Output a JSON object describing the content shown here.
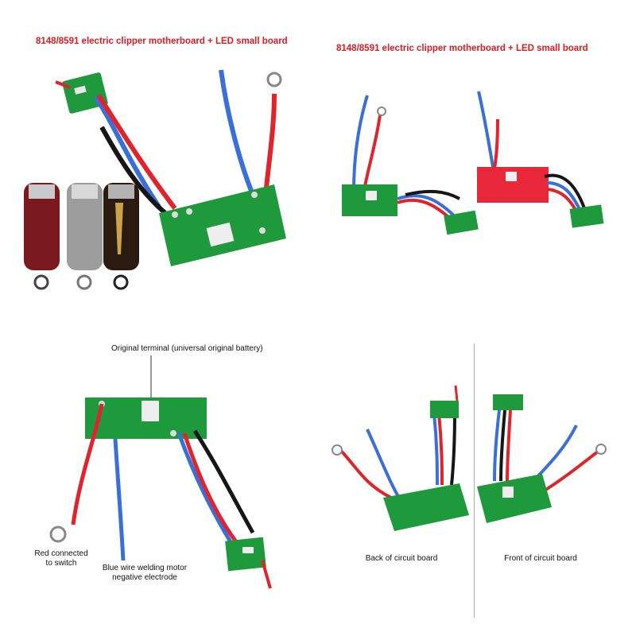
{
  "panels": {
    "top_left": {
      "title": "8148/8591 electric clipper motherboard + LED small board"
    },
    "top_right": {
      "title": "8148/8591 electric clipper motherboard + LED small board"
    },
    "bottom_left": {
      "terminal_label": "Original terminal (universal original battery)",
      "red_label": "Red connected\nto switch",
      "blue_label": "Blue wire welding motor\nnegative electrode"
    },
    "bottom_right": {
      "back_label": "Back of circuit board",
      "front_label": "Front of circuit board"
    }
  },
  "colors": {
    "title_red": "#e01a22",
    "pcb_green": "#1e9a3c",
    "pcb_red": "#e8283a",
    "wire_red": "#e0242c",
    "wire_blue": "#3a6fd8",
    "wire_black": "#161616"
  }
}
